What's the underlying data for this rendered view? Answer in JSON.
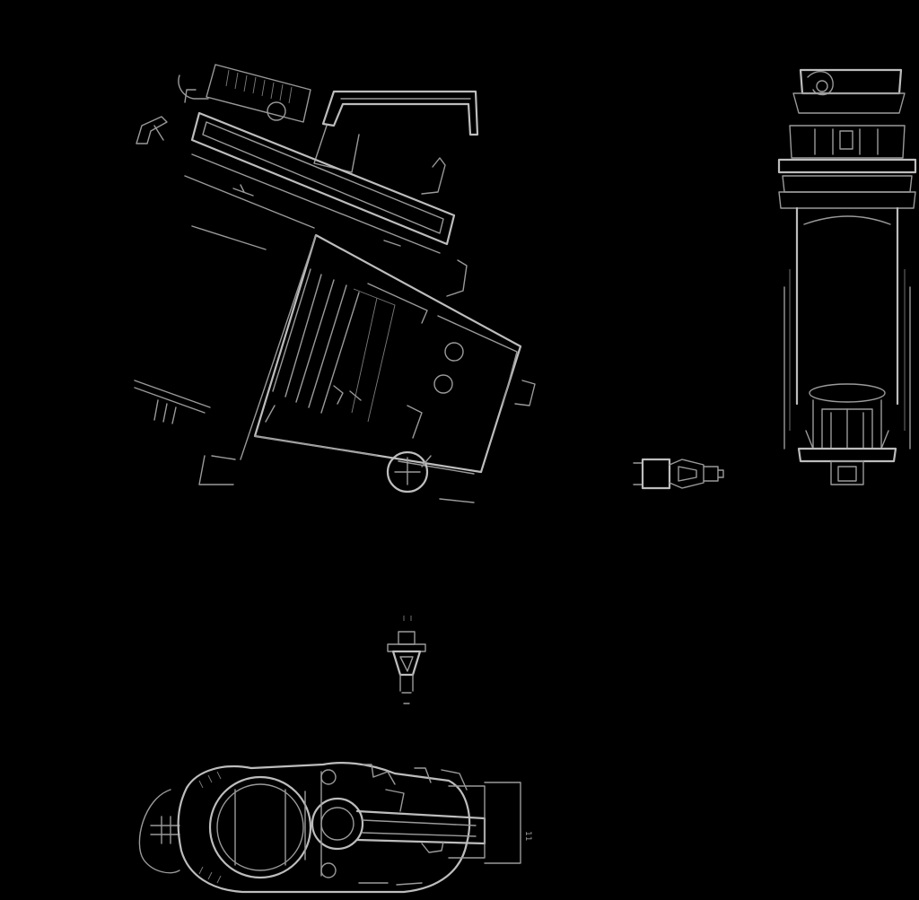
{
  "drawing": {
    "background_color": "#000000",
    "line_color": "#9a9a9a",
    "views": [
      {
        "id": "view-isometric"
      },
      {
        "id": "view-side-elevation"
      },
      {
        "id": "view-small-part-side"
      },
      {
        "id": "view-small-part-vertical"
      },
      {
        "id": "view-top-plan"
      }
    ],
    "plan_label": "11"
  }
}
